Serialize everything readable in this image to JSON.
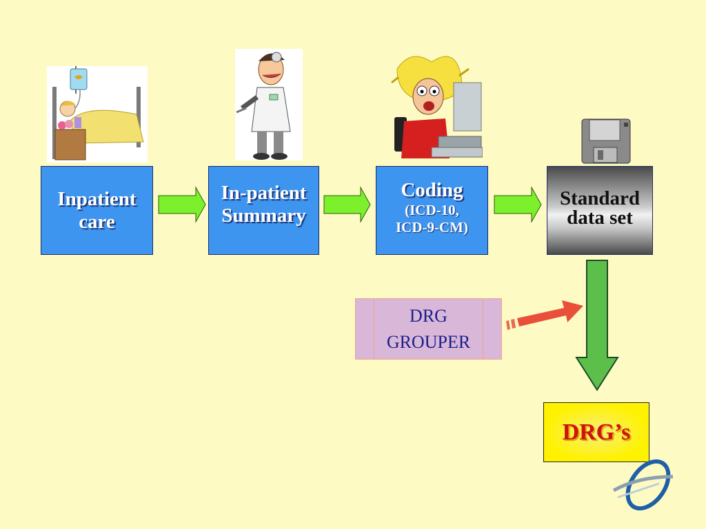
{
  "steps": [
    {
      "label": "Inpatient care",
      "line1": "Inpatient",
      "line2": "care"
    },
    {
      "label": "In-patient Summary",
      "line1": "In-patient",
      "line2": "Summary"
    },
    {
      "title": "Coding",
      "sub1": "(ICD-10,",
      "sub2": "ICD-9-CM)"
    },
    {
      "line1": "Standard",
      "line2": "data set"
    }
  ],
  "grouper": {
    "line1": "DRG",
    "line2": "GROUPER"
  },
  "result": {
    "label": "DRG’s"
  },
  "icons": [
    "patient-in-bed-icon",
    "doctor-icon",
    "stressed-computer-user-icon",
    "floppy-disk-icon",
    "logo-icon"
  ],
  "colors": {
    "background": "#fdfbc3",
    "step_box": "#3d95f0",
    "arrow_green": "#7cf02a",
    "down_arrow": "#5cbf4a",
    "grouper_fill": "#d9b7d8",
    "grouper_arrow": "#e8503a",
    "result_fill": "#fff200",
    "result_text": "#d11010"
  }
}
